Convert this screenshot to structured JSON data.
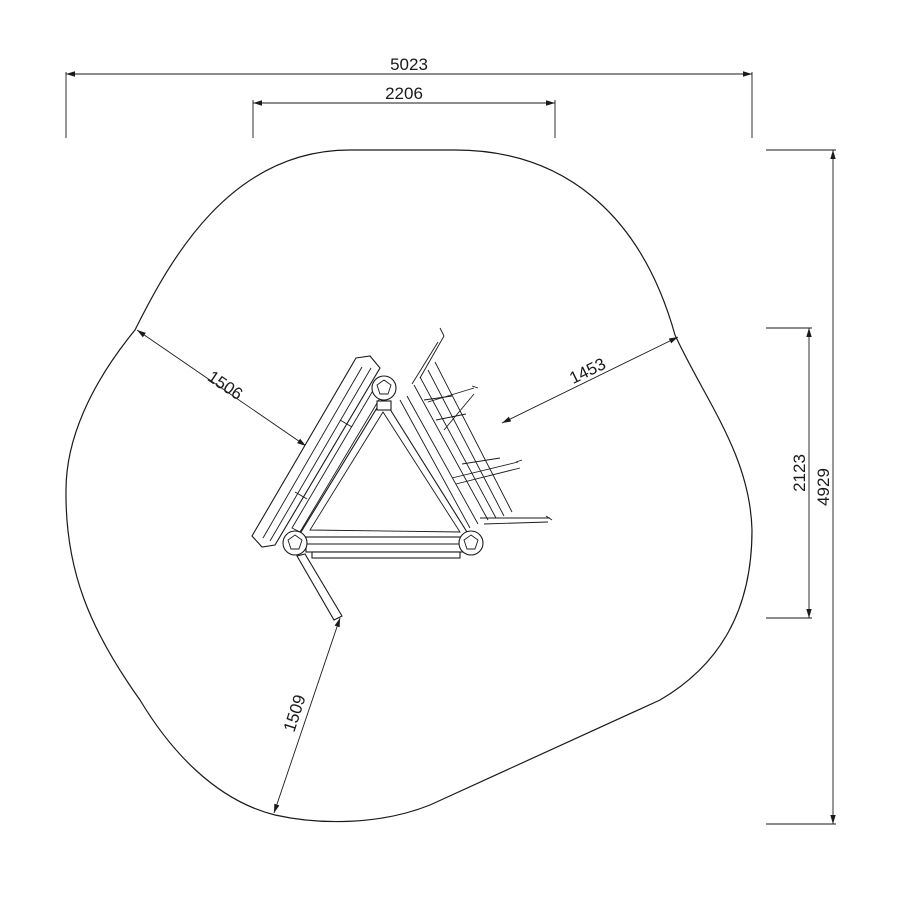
{
  "dimensions": {
    "overall_width": "5023",
    "structure_width": "2206",
    "overall_depth": "4929",
    "structure_depth": "2123",
    "clearance_upper_left": "1506",
    "clearance_upper_right": "1453",
    "clearance_lower_left": "1509"
  }
}
